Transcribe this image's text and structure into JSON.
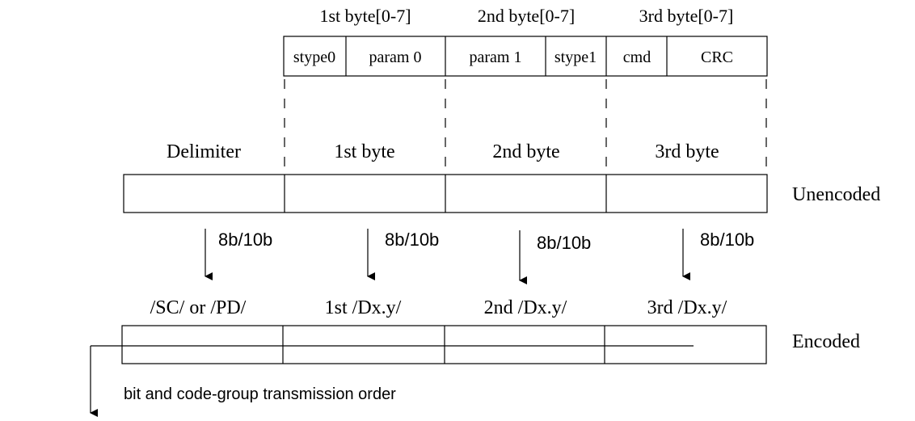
{
  "byte_headers": [
    "1st byte[0-7]",
    "2nd byte[0-7]",
    "3rd byte[0-7]"
  ],
  "bit_fields": [
    "stype0",
    "param 0",
    "param 1",
    "stype1",
    "cmd",
    "CRC"
  ],
  "unencoded_labels": [
    "Delimiter",
    "1st byte",
    "2nd byte",
    "3rd byte"
  ],
  "unencoded_side_label": "Unencoded",
  "encoding_label": "8b/10b",
  "encoded_labels": [
    "/SC/ or /PD/",
    "1st /Dx.y/",
    "2nd /Dx.y/",
    "3rd /Dx.y/"
  ],
  "encoded_side_label": "Encoded",
  "transmission_note": "bit and code-group transmission order"
}
